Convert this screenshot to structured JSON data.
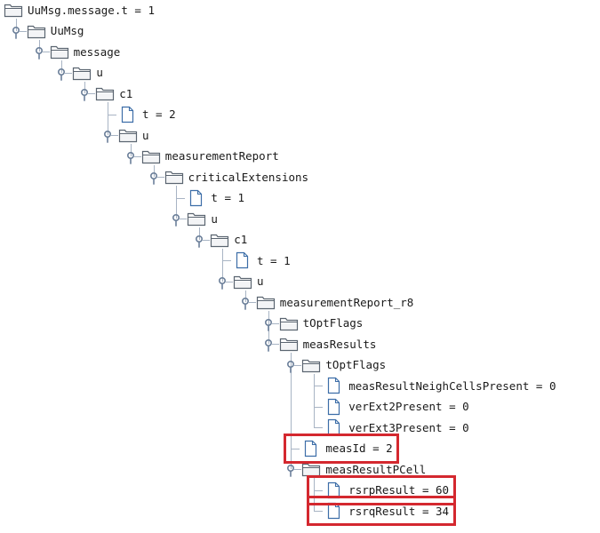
{
  "tree": {
    "nodes": [
      {
        "label": "UuMsg.message.t = 1",
        "type": "folder",
        "depth": 0,
        "row": 0,
        "expanded": true
      },
      {
        "label": "UuMsg",
        "type": "folder",
        "depth": 1,
        "row": 1,
        "expanded": true
      },
      {
        "label": "message",
        "type": "folder",
        "depth": 2,
        "row": 2,
        "expanded": true
      },
      {
        "label": "u",
        "type": "folder",
        "depth": 3,
        "row": 3,
        "expanded": true
      },
      {
        "label": "c1",
        "type": "folder",
        "depth": 4,
        "row": 4,
        "expanded": true
      },
      {
        "label": "t = 2",
        "type": "file",
        "depth": 5,
        "row": 5
      },
      {
        "label": "u",
        "type": "folder",
        "depth": 5,
        "row": 6,
        "expanded": true
      },
      {
        "label": "measurementReport",
        "type": "folder",
        "depth": 6,
        "row": 7,
        "expanded": true
      },
      {
        "label": "criticalExtensions",
        "type": "folder",
        "depth": 7,
        "row": 8,
        "expanded": true
      },
      {
        "label": "t = 1",
        "type": "file",
        "depth": 8,
        "row": 9
      },
      {
        "label": "u",
        "type": "folder",
        "depth": 8,
        "row": 10,
        "expanded": true
      },
      {
        "label": "c1",
        "type": "folder",
        "depth": 9,
        "row": 11,
        "expanded": true
      },
      {
        "label": "t = 1",
        "type": "file",
        "depth": 10,
        "row": 12
      },
      {
        "label": "u",
        "type": "folder",
        "depth": 10,
        "row": 13,
        "expanded": true
      },
      {
        "label": "measurementReport_r8",
        "type": "folder",
        "depth": 11,
        "row": 14,
        "expanded": true
      },
      {
        "label": "tOptFlags",
        "type": "folder",
        "depth": 12,
        "row": 15,
        "expanded": false
      },
      {
        "label": "measResults",
        "type": "folder",
        "depth": 12,
        "row": 16,
        "expanded": true
      },
      {
        "label": "tOptFlags",
        "type": "folder",
        "depth": 13,
        "row": 17,
        "expanded": true
      },
      {
        "label": "measResultNeighCellsPresent = 0",
        "type": "file",
        "depth": 14,
        "row": 18
      },
      {
        "label": "verExt2Present = 0",
        "type": "file",
        "depth": 14,
        "row": 19
      },
      {
        "label": "verExt3Present = 0",
        "type": "file",
        "depth": 14,
        "row": 20
      },
      {
        "label": "measId = 2",
        "type": "file",
        "depth": 13,
        "row": 21,
        "highlighted": true
      },
      {
        "label": "measResultPCell",
        "type": "folder",
        "depth": 13,
        "row": 22,
        "expanded": true
      },
      {
        "label": "rsrpResult = 60",
        "type": "file",
        "depth": 14,
        "row": 23,
        "highlighted": true
      },
      {
        "label": "rsrqResult = 34",
        "type": "file",
        "depth": 14,
        "row": 24,
        "highlighted": true
      }
    ]
  },
  "colors": {
    "highlight": "#d4282f",
    "tree_line": "#a8b4c4",
    "toggle": "#6b7f99",
    "folder_stroke": "#5a6470",
    "folder_fill": "#ffffff",
    "file_stroke": "#3d6ea8"
  }
}
